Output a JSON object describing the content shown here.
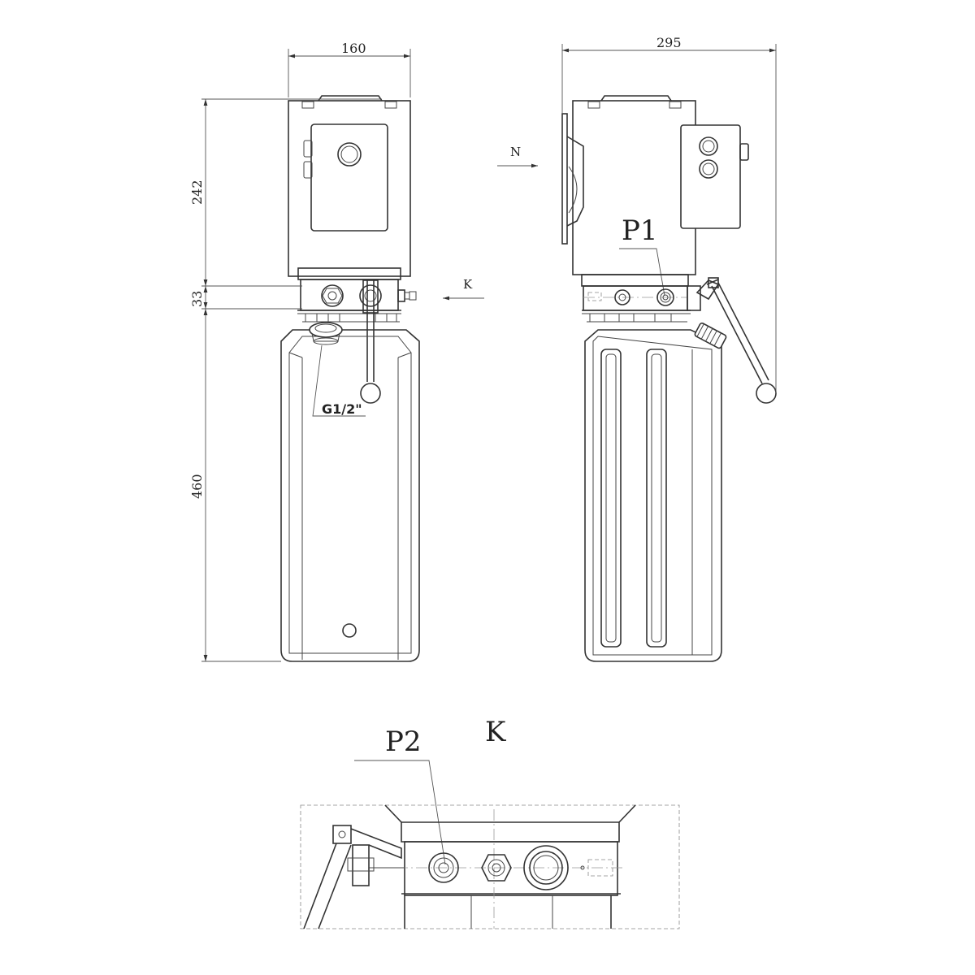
{
  "dimensions": {
    "width_front": "160",
    "width_side": "295",
    "height_motor": "242",
    "height_block": "33",
    "height_tank": "460"
  },
  "labels": {
    "port_p1": "P1",
    "port_p2": "P2",
    "view_k_arrow": "K",
    "view_k_title": "K",
    "view_n_arrow": "N",
    "thread_callout": "G1/2\""
  },
  "colors": {
    "line": "#333333",
    "background": "#ffffff"
  }
}
